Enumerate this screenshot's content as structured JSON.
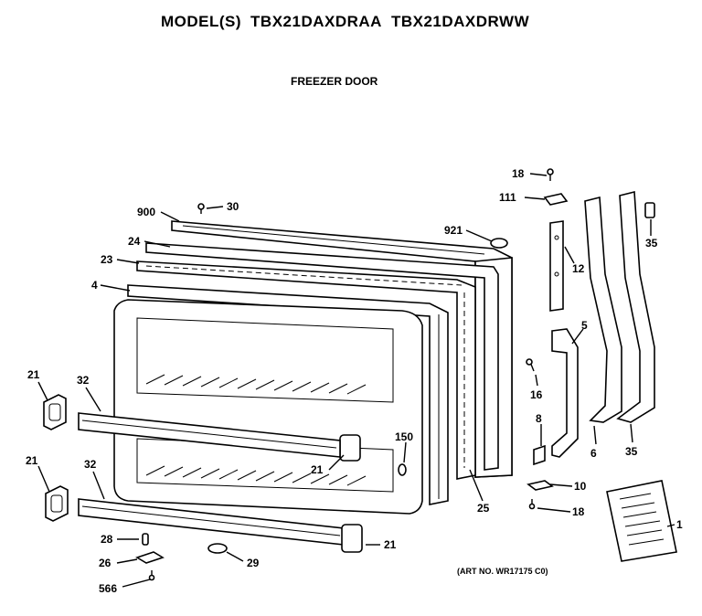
{
  "header": {
    "models_label": "MODEL(S)",
    "model_1": "TBX21DAXDRAA",
    "model_2": "TBX21DAXDRWW",
    "section": "FREEZER DOOR"
  },
  "art_number": "(ART NO. WR17175 C0)",
  "callouts": {
    "c18a": "18",
    "c111": "111",
    "c35a": "35",
    "c12": "12",
    "c921": "921",
    "c900": "900",
    "c30": "30",
    "c24": "24",
    "c23": "23",
    "c4": "4",
    "c5": "5",
    "c16": "16",
    "c8": "8",
    "c6": "6",
    "c35b": "35",
    "c10": "10",
    "c18b": "18",
    "c1": "1",
    "c25": "25",
    "c150": "150",
    "c21a": "21",
    "c21b": "21",
    "c21c": "21",
    "c21d": "21",
    "c32a": "32",
    "c32b": "32",
    "c28": "28",
    "c26": "26",
    "c566": "566",
    "c29": "29"
  }
}
